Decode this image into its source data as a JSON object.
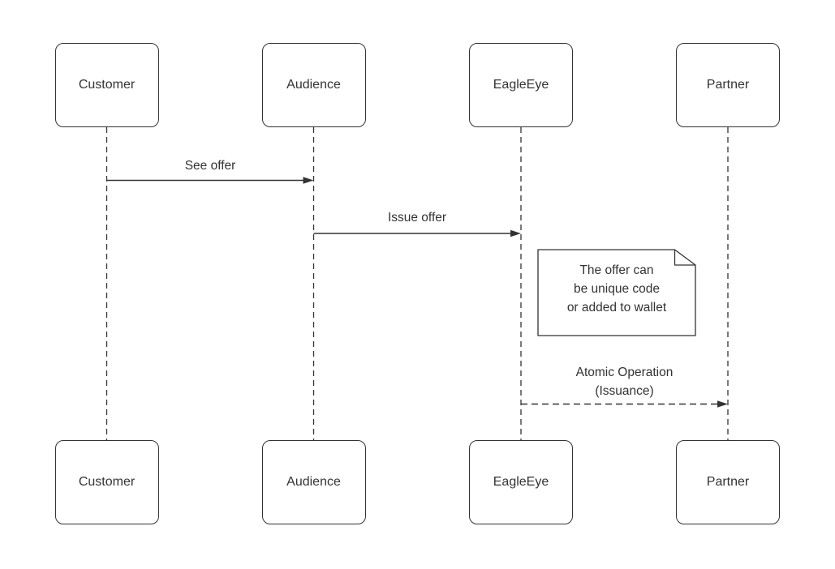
{
  "diagram": {
    "type": "sequence-diagram",
    "background": "#ffffff",
    "stroke_color": "#333333",
    "text_color": "#333333",
    "actors": [
      {
        "name": "Customer"
      },
      {
        "name": "Audience"
      },
      {
        "name": "EagleEye"
      },
      {
        "name": "Partner"
      }
    ],
    "messages": [
      {
        "from": "Customer",
        "to": "Audience",
        "line_style": "solid",
        "lines": [
          "See offer"
        ]
      },
      {
        "from": "Audience",
        "to": "EagleEye",
        "line_style": "solid",
        "lines": [
          "Issue offer"
        ]
      },
      {
        "from": "EagleEye",
        "to": "Partner",
        "line_style": "dashed",
        "lines": [
          "Atomic Operation",
          "(Issuance)"
        ]
      }
    ],
    "note": {
      "lines": [
        "The offer can",
        "be unique code",
        "or added to wallet"
      ]
    }
  }
}
